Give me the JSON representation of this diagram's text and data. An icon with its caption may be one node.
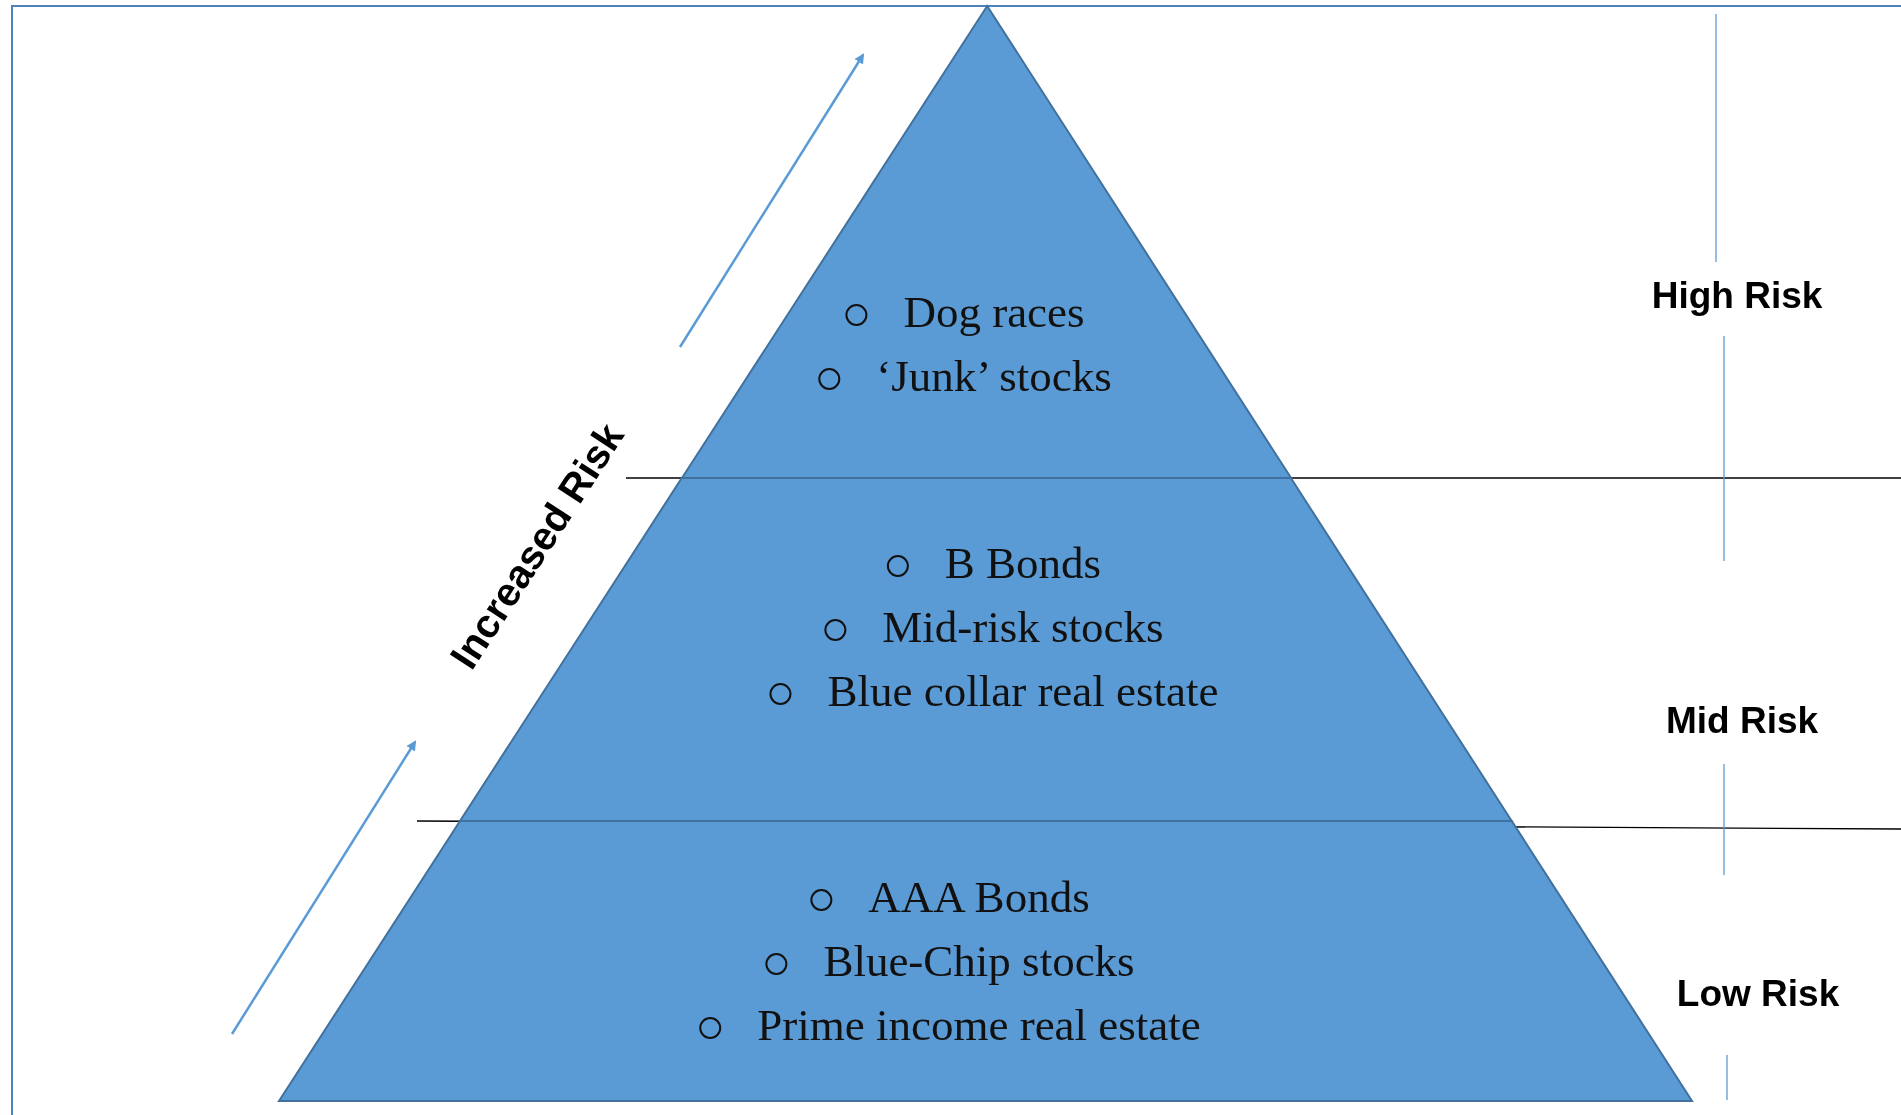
{
  "diagram": {
    "nodes": [
      {
        "text": [
          "Dog races",
          "‘Junk’ stocks"
        ]
      },
      {
        "text": [
          "B Bonds",
          "Mid-risk stocks",
          "Blue collar real estate"
        ]
      },
      {
        "text": [
          "AAA Bonds",
          "Blue-Chip stocks",
          "Prime income real estate"
        ]
      }
    ],
    "labels": [
      "High Risk",
      "Increased Risk",
      "Mid Risk",
      "Low Risk"
    ]
  }
}
